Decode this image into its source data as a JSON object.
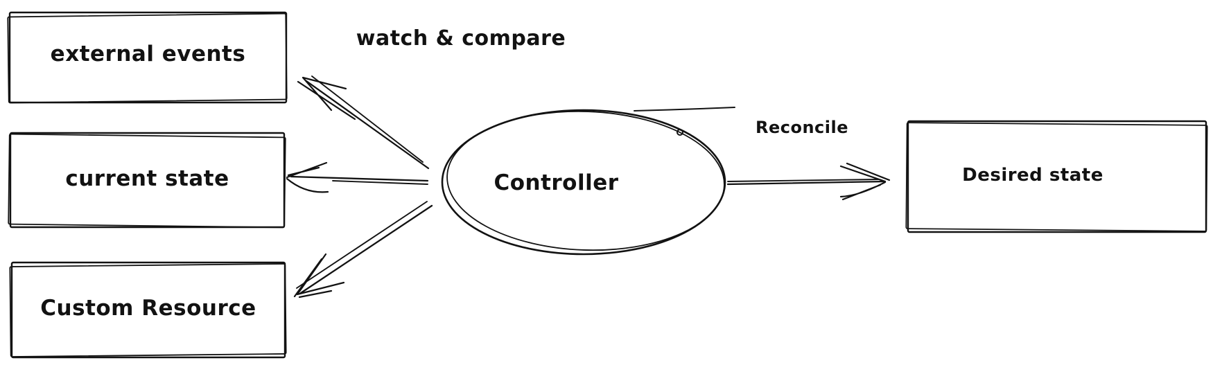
{
  "diagram": {
    "background_color": "#ffffff",
    "stroke_color": "#121212",
    "nodes": {
      "external_events": {
        "label": "external events",
        "shape": "rectangle"
      },
      "current_state": {
        "label": "current state",
        "shape": "rectangle"
      },
      "custom_resource": {
        "label": "Custom Resource",
        "shape": "rectangle"
      },
      "controller": {
        "label": "Controller",
        "shape": "ellipse"
      },
      "desired_state": {
        "label": "Desired state",
        "shape": "rectangle"
      }
    },
    "edges": [
      {
        "from": "controller",
        "to": "external_events",
        "label": "watch & compare"
      },
      {
        "from": "controller",
        "to": "current_state",
        "label": ""
      },
      {
        "from": "controller",
        "to": "custom_resource",
        "label": ""
      },
      {
        "from": "controller",
        "to": "desired_state",
        "label": "Reconcile"
      }
    ]
  }
}
